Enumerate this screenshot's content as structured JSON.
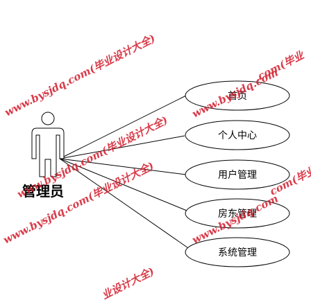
{
  "actor": {
    "label": "管理员"
  },
  "use_cases": [
    {
      "label": "首页"
    },
    {
      "label": "个人中心"
    },
    {
      "label": "用户管理"
    },
    {
      "label": "房东管理"
    },
    {
      "label": "系统管理"
    }
  ],
  "watermark": {
    "full": "www.bysjdq.com(毕业设计大全)",
    "fragment_a": "www.bysjdq.com",
    "fragment_b": ".com(毕业",
    "fragment_c": "设计大全)",
    "fragment_d": "com(毕业",
    "fragment_e": "业设计大全)",
    "fragment_f": "ww"
  },
  "colors": {
    "line": "#000000",
    "watermark": "#d21a2a",
    "background": "#ffffff"
  }
}
